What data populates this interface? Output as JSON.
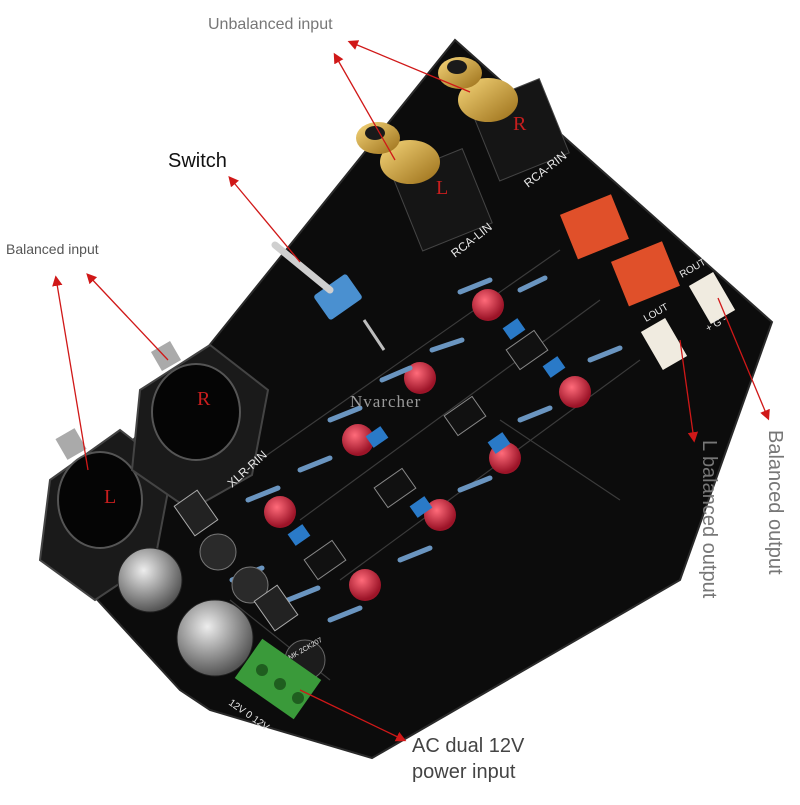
{
  "labels": {
    "unbalanced_input": "Unbalanced input",
    "switch": "Switch",
    "balanced_input": "Balanced input",
    "ac_line1": "AC dual 12V",
    "ac_line2": "power input",
    "l_balanced_output": "L balanced output",
    "balanced_output": "Balanced output",
    "watermark": "Nvarcher"
  },
  "board_silk": {
    "rca_lin": "RCA-LIN",
    "rca_rin": "RCA-RIN",
    "xlr_rin": "XLR-RIN",
    "rca_l_letter": "L",
    "rca_r_letter": "R",
    "xlr_l_letter": "L",
    "xlr_r_letter": "R",
    "lout": "LOUT",
    "rout": "ROUT",
    "power_terminal": "12V 0 12V",
    "bridge": "MK 2CK207",
    "pin_marks": "+ G -"
  },
  "colors": {
    "pcb": "#0c0c0c",
    "arrow": "#d01818",
    "terminal": "#3a9a3a",
    "relay": "#e0502a",
    "capacitor": "#c8283c",
    "film_cap": "#2a7ac8",
    "switch_body": "#4a90d0"
  }
}
